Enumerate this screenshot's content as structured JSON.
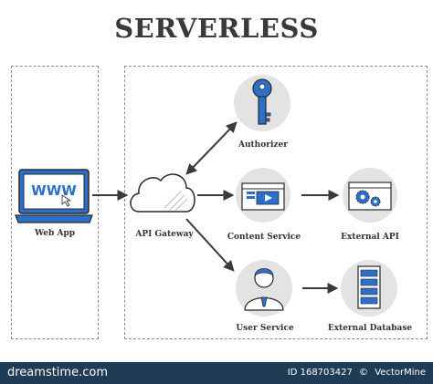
{
  "title": "SERVERLESS",
  "nodes": {
    "web_app": "Web App",
    "api_gateway": "API Gateway",
    "authorizer": "Authorizer",
    "content_service": "Content Service",
    "external_api": "External API",
    "user_service": "User Service",
    "external_database": "External Database"
  },
  "browser_text": "WWW",
  "footer": {
    "brand": "dreamstime.com",
    "id_text": "ID 168703427",
    "author": "VectorMine"
  },
  "colors": {
    "accent": "#2b6fc9",
    "circle": "#e3e3e3",
    "outline": "#3a3a3a",
    "footer": "#1f3c57"
  }
}
